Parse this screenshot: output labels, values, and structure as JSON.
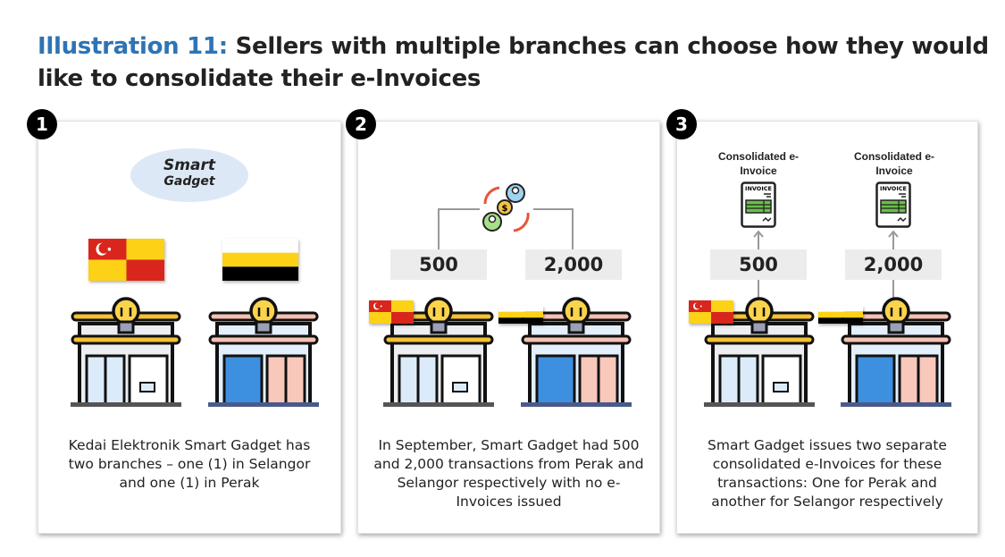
{
  "title": {
    "prefix": "Illustration 11:",
    "text": " Sellers with multiple branches can choose how they would like to consolidate their e-Invoices"
  },
  "panels": [
    {
      "number": "1",
      "logo": {
        "line1": "Smart",
        "line2": "Gadget"
      },
      "caption": "Kedai Elektronik Smart Gadget has two branches – one (1) in Selangor and one (1) in Perak"
    },
    {
      "number": "2",
      "values": [
        "500",
        "2,000"
      ],
      "caption": "In September, Smart Gadget had 500 and 2,000 transactions from Perak and Selangor respectively with no e-Invoices issued"
    },
    {
      "number": "3",
      "values": [
        "500",
        "2,000"
      ],
      "invoice_label": "Consolidated e-Invoice",
      "invoice_icon_text": "INVOICE",
      "caption": "Smart Gadget issues two separate consolidated e-Invoices for these transactions: One for Perak and another for Selangor respectively"
    }
  ],
  "colors": {
    "accent": "#2e74b5",
    "selangor_red": "#d9261c",
    "selangor_yellow": "#fcd116",
    "perak_black": "#000000",
    "invoice_green": "#6abf4b"
  }
}
